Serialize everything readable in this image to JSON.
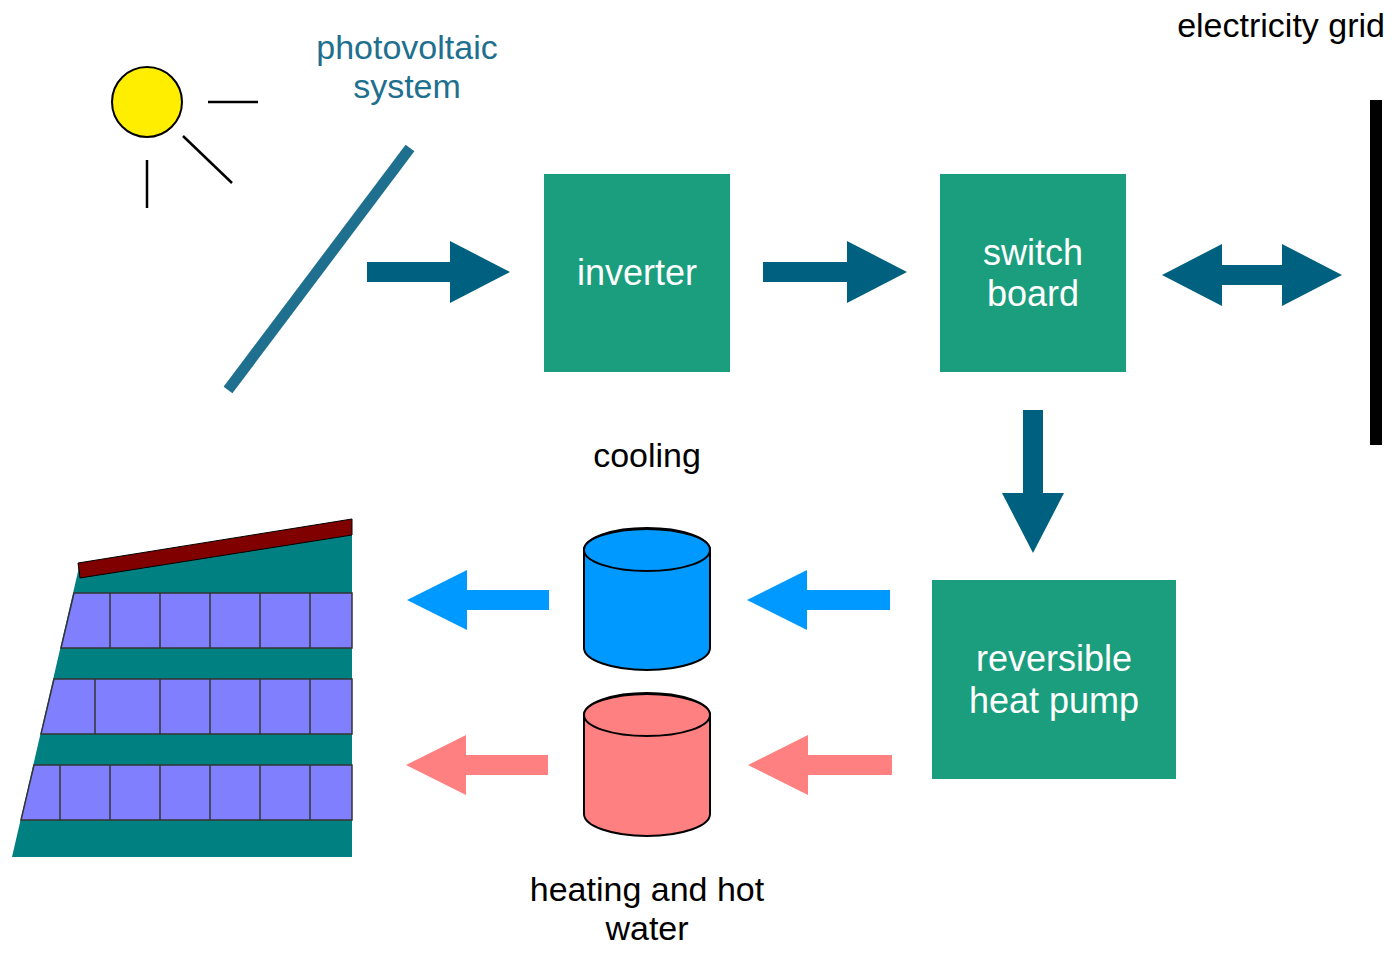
{
  "diagram": {
    "nodes": [
      {
        "text": [
          "photovoltaic system"
        ]
      },
      {
        "text": [
          "inverter"
        ]
      },
      {
        "text": [
          "switch board"
        ]
      },
      {
        "text": [
          "electricity grid"
        ]
      },
      {
        "text": [
          "reversible heat pump"
        ]
      },
      {
        "text": [
          "cooling"
        ]
      },
      {
        "text": [
          "heating and hot water"
        ]
      }
    ],
    "edges": [
      {
        "from": 0,
        "to": 1,
        "arrow": "to"
      },
      {
        "from": 1,
        "to": 2,
        "arrow": "to"
      },
      {
        "from": 2,
        "to": 3,
        "arrow": "both"
      },
      {
        "from": 2,
        "to": 4,
        "arrow": "to"
      },
      {
        "from": 4,
        "to": 5,
        "arrow": "to"
      },
      {
        "from": 4,
        "to": 6,
        "arrow": "to"
      }
    ]
  }
}
